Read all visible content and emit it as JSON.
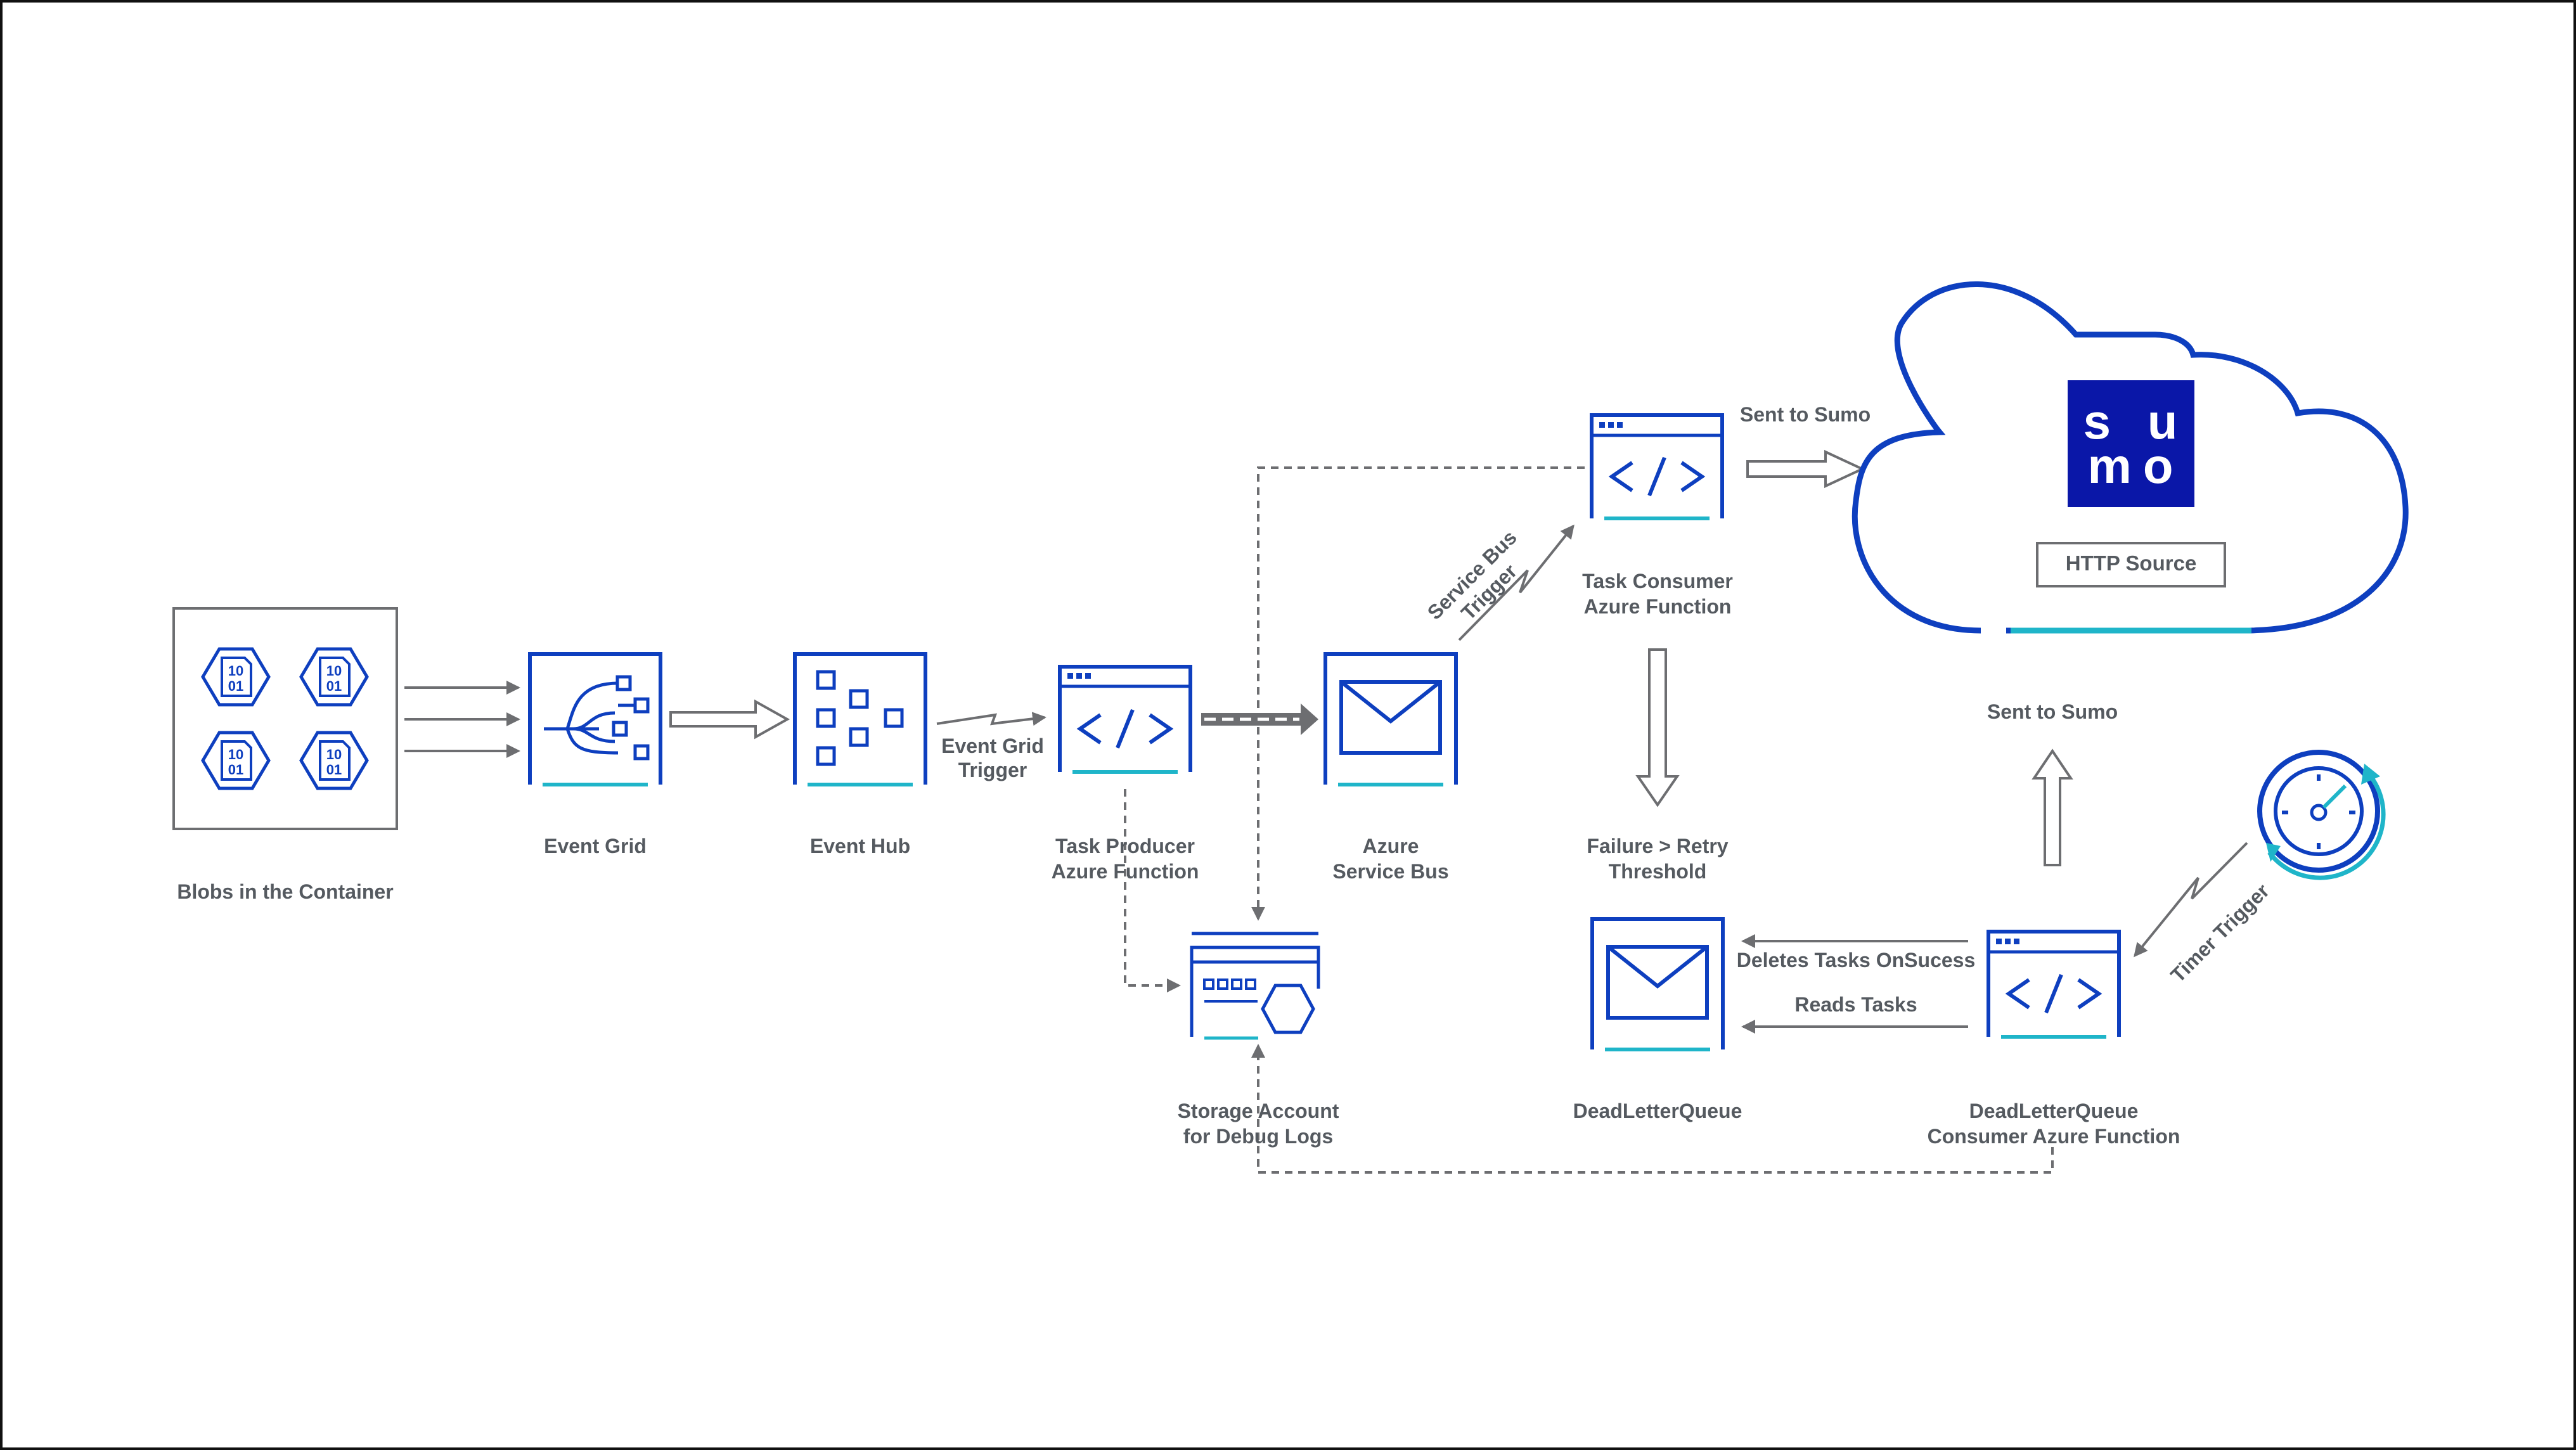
{
  "nodes": {
    "blobs": "Blobs in the Container",
    "event_grid": "Event Grid",
    "event_hub": "Event Hub",
    "task_producer": [
      "Task Producer",
      "Azure Function"
    ],
    "service_bus": [
      "Azure",
      "Service Bus"
    ],
    "task_consumer": [
      "Task Consumer",
      "Azure Function"
    ],
    "storage": [
      "Storage Account",
      "for Debug Logs"
    ],
    "dead_letter_queue": "DeadLetterQueue",
    "dlq_consumer": [
      "DeadLetterQueue",
      "Consumer Azure Function"
    ],
    "sumo_logo": [
      "s u",
      "mo"
    ],
    "http_source": "HTTP Source"
  },
  "edges": {
    "event_grid_trigger": [
      "Event Grid",
      "Trigger"
    ],
    "service_bus_trigger": [
      "Service Bus",
      "Trigger"
    ],
    "sent_to_sumo_top": "Sent to Sumo",
    "sent_to_sumo_right": "Sent to Sumo",
    "failure_retry": [
      "Failure > Retry",
      "Threshold"
    ],
    "deletes_tasks": "Deletes Tasks OnSucess",
    "reads_tasks": "Reads Tasks",
    "timer_trigger": "Timer Trigger"
  },
  "blob_glyph": [
    "10",
    "01"
  ],
  "colors": {
    "blue": "#0e3fbf",
    "cyan": "#1fb5c9",
    "gray": "#6d6e71",
    "text": "#555a60",
    "sumo_bg": "#0a17a8"
  }
}
